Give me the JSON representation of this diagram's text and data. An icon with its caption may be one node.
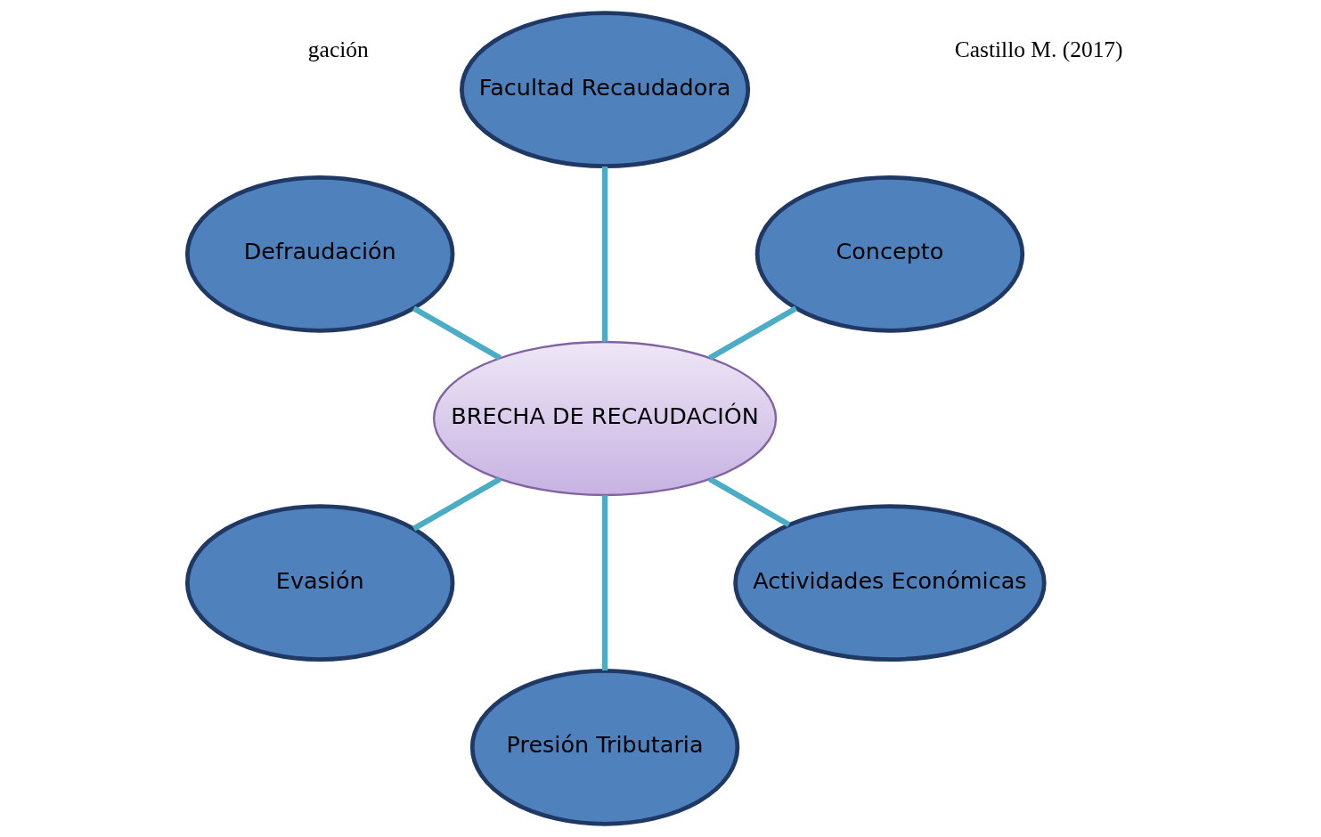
{
  "diagram": {
    "nodes": [
      {
        "text": [
          "Concepto"
        ]
      },
      {
        "text": [
          "Facultad Recaudadora"
        ]
      },
      {
        "text": [
          "Defraudación"
        ]
      },
      {
        "text": [
          "BRECHA DE RECAUDACIÓN"
        ]
      },
      {
        "text": [
          "Evasión"
        ]
      },
      {
        "text": [
          "Presión Tributaria"
        ]
      },
      {
        "text": [
          "Actividades Económicas"
        ]
      }
    ],
    "edges": [
      {
        "from": 3,
        "to": 0,
        "arrow": "none"
      },
      {
        "from": 3,
        "to": 1,
        "arrow": "none"
      },
      {
        "from": 3,
        "to": 2,
        "arrow": "none"
      },
      {
        "from": 3,
        "to": 4,
        "arrow": "none"
      },
      {
        "from": 3,
        "to": 5,
        "arrow": "none"
      },
      {
        "from": 3,
        "to": 6,
        "arrow": "none"
      }
    ],
    "labels": [
      "gación",
      "Castillo M. (2017)"
    ]
  }
}
